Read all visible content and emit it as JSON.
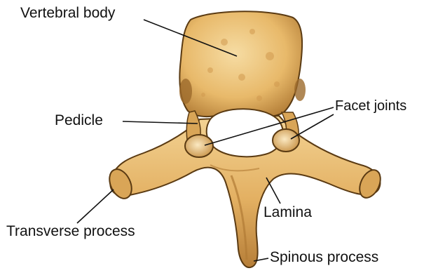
{
  "labels": {
    "vertebral_body": "Vertebral body",
    "pedicle": "Pedicle",
    "facet_joints": "Facet joints",
    "lamina": "Lamina",
    "transverse_process": "Transverse process",
    "spinous_process": "Spinous process"
  },
  "colors": {
    "bone_fill": "#e8b96a",
    "bone_light": "#f6dca3",
    "bone_shadow": "#b07a34",
    "outline": "#5a3a12",
    "leader_line": "#111111"
  }
}
